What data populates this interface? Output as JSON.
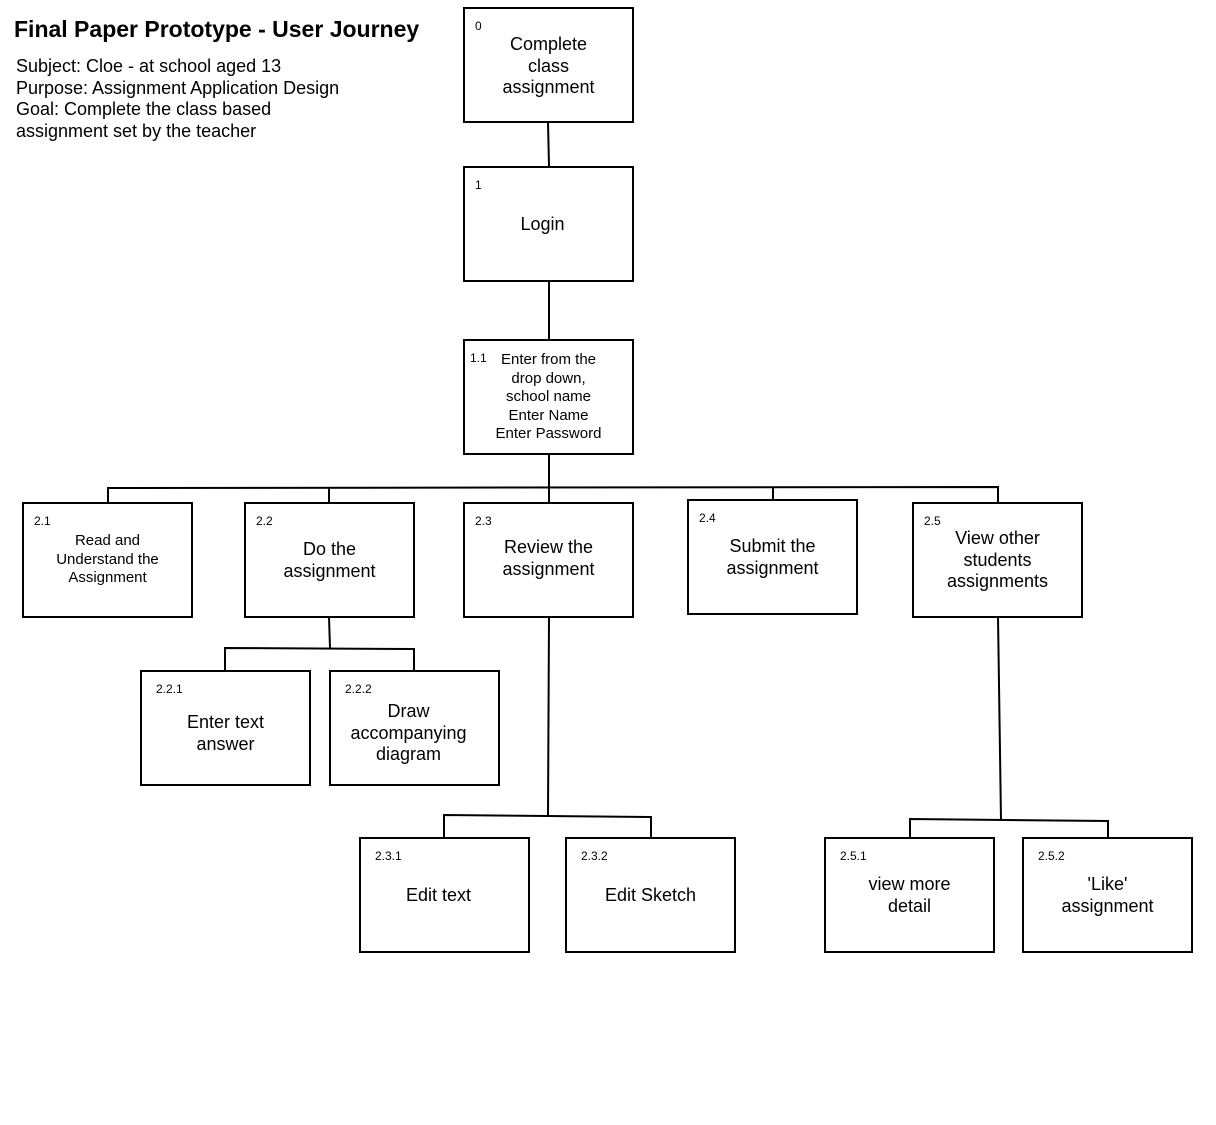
{
  "header": {
    "title": "Final Paper Prototype - User Journey",
    "subject": "Subject: Cloe - at school aged 13",
    "purpose": "Purpose: Assignment Application Design",
    "goal_line1": "Goal: Complete the class based",
    "goal_line2": "assignment set by the teacher"
  },
  "nodes": {
    "n0": {
      "num": "0",
      "label": "Complete\nclass\nassignment"
    },
    "n1": {
      "num": "1",
      "label": "Login"
    },
    "n1_1": {
      "num": "1.1",
      "label": "Enter from the\ndrop down,\nschool name\nEnter Name\nEnter Password"
    },
    "n2_1": {
      "num": "2.1",
      "label": "Read and\nUnderstand the\nAssignment"
    },
    "n2_2": {
      "num": "2.2",
      "label": "Do the\nassignment"
    },
    "n2_3": {
      "num": "2.3",
      "label": "Review the\nassignment"
    },
    "n2_4": {
      "num": "2.4",
      "label": "Submit the\nassignment"
    },
    "n2_5": {
      "num": "2.5",
      "label": "View other\nstudents\nassignments"
    },
    "n2_2_1": {
      "num": "2.2.1",
      "label": "Enter text\nanswer"
    },
    "n2_2_2": {
      "num": "2.2.2",
      "label": "Draw\naccompanying\ndiagram"
    },
    "n2_3_1": {
      "num": "2.3.1",
      "label": "Edit text"
    },
    "n2_3_2": {
      "num": "2.3.2",
      "label": "Edit Sketch"
    },
    "n2_5_1": {
      "num": "2.5.1",
      "label": "view more\ndetail"
    },
    "n2_5_2": {
      "num": "2.5.2",
      "label": "'Like'\nassignment"
    }
  }
}
